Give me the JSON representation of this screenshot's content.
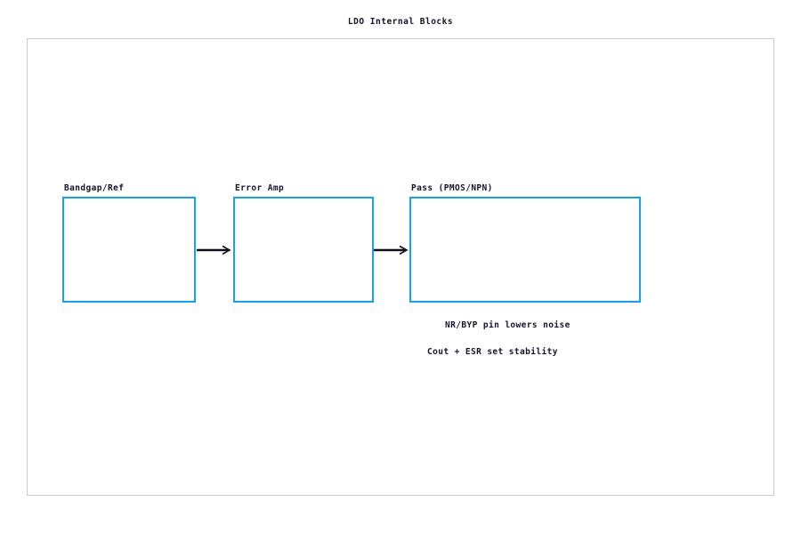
{
  "title": "LDO Internal Blocks",
  "diagram": {
    "blocks": [
      {
        "label": "Bandgap/Ref"
      },
      {
        "label": "Error Amp"
      },
      {
        "label": "Pass (PMOS/NPN)"
      }
    ],
    "arrows": [
      {
        "from": "Bandgap/Ref",
        "to": "Error Amp"
      },
      {
        "from": "Error Amp",
        "to": "Pass (PMOS/NPN)"
      }
    ],
    "annotations": [
      {
        "text": "NR/BYP pin lowers noise"
      },
      {
        "text": "Cout + ESR set stability"
      }
    ]
  },
  "colors": {
    "background": "#ffffff",
    "block_border": "#18a4e2",
    "frame_border": "#c6ceda",
    "text": "#14142b",
    "arrow": "#10101c"
  }
}
